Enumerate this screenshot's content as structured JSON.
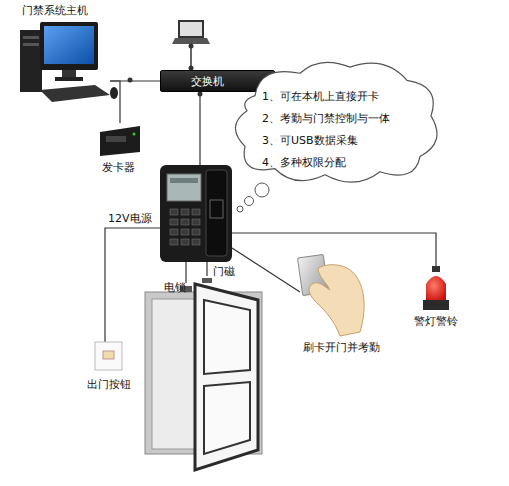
{
  "diagram": {
    "nodes": [
      {
        "text": [
          "门禁系统主机"
        ]
      },
      {
        "text": [
          "交换机"
        ]
      },
      {
        "text": [
          "发卡器"
        ]
      },
      {
        "text": [
          "1、可在本机上直接开卡",
          "2、考勤与门禁控制与一体",
          "3、可USB数据采集",
          "4、多种权限分配"
        ]
      },
      {
        "text": [
          "出门按钮"
        ]
      },
      {
        "text": [
          "警灯警铃"
        ]
      }
    ],
    "edges": [
      {
        "from": 0,
        "to": 1,
        "arrow": "none"
      },
      {
        "from": 0,
        "to": 2,
        "arrow": "none"
      }
    ],
    "labels": [
      "12V电源",
      "电锁",
      "门磁",
      "刷卡开门并考勤"
    ]
  }
}
